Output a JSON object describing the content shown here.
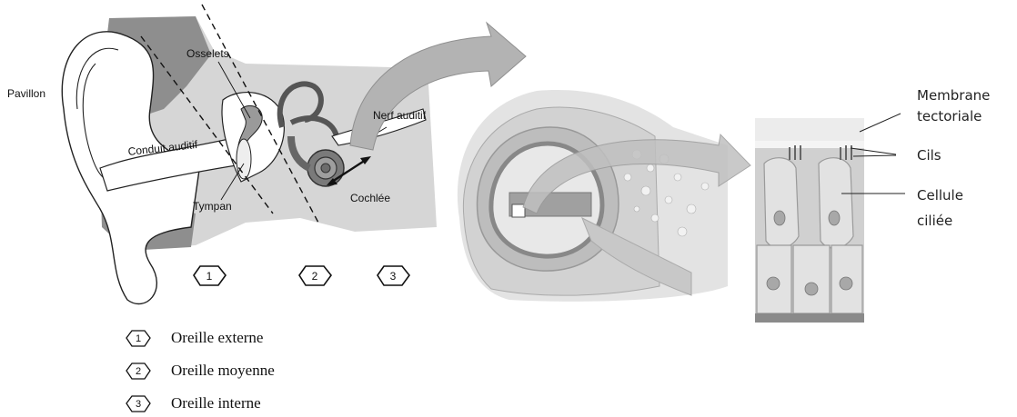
{
  "ear_diagram": {
    "labels": {
      "pavillon": "Pavillon",
      "osselets": "Osselets",
      "nerf_auditif": "Nerf auditif",
      "conduit_auditif": "Conduit auditif",
      "tympan": "Tympan",
      "cochlee": "Cochlée"
    },
    "zone_numbers": [
      "1",
      "2",
      "3"
    ]
  },
  "legend": {
    "items": [
      {
        "number": "1",
        "text": "Oreille externe"
      },
      {
        "number": "2",
        "text": "Oreille moyenne"
      },
      {
        "number": "3",
        "text": "Oreille interne"
      }
    ]
  },
  "cell_diagram": {
    "labels": {
      "membrane_line1": "Membrane",
      "membrane_line2": "tectoriale",
      "cils": "Cils",
      "cellule_line1": "Cellule",
      "cellule_line2": "ciliée"
    }
  },
  "colors": {
    "dark_gray": "#8a8a8a",
    "mid_gray": "#bdbdbd",
    "light_gray": "#dcdcdc",
    "arrow_gray": "#a9a9a9"
  }
}
